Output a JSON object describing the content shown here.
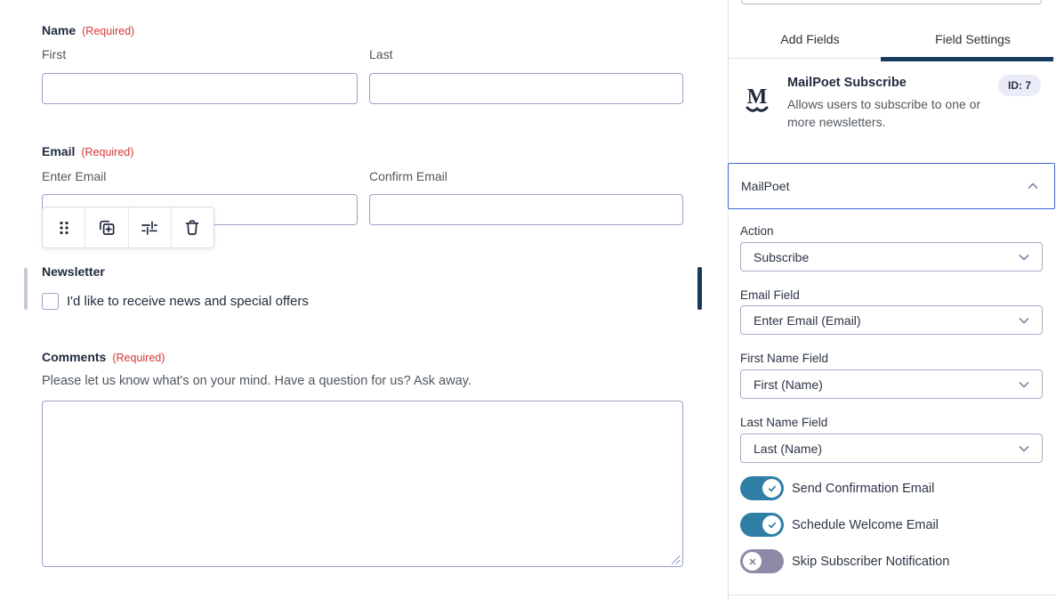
{
  "form": {
    "name": {
      "label": "Name",
      "required": "(Required)",
      "first_label": "First",
      "last_label": "Last"
    },
    "email": {
      "label": "Email",
      "required": "(Required)",
      "enter_label": "Enter Email",
      "confirm_label": "Confirm Email"
    },
    "newsletter": {
      "label": "Newsletter",
      "checkbox_label": "I'd like to receive news and special offers",
      "checkbox_checked": false
    },
    "comments": {
      "label": "Comments",
      "required": "(Required)",
      "description": "Please let us know what's on your mind. Have a question for us? Ask away."
    },
    "toolbar_icons": [
      "drag-handle-icon",
      "duplicate-icon",
      "settings-sliders-icon",
      "trash-icon"
    ]
  },
  "panel": {
    "tabs": [
      {
        "label": "Add Fields",
        "active": false
      },
      {
        "label": "Field Settings",
        "active": true
      }
    ],
    "field_info": {
      "logo_icon": "mailpoet-logo",
      "title": "MailPoet Subscribe",
      "id_badge": "ID: 7",
      "description": "Allows users to subscribe to one or more newsletters."
    },
    "accordion": {
      "label": "MailPoet",
      "expanded": true,
      "chevron_icon": "chevron-up-icon"
    },
    "settings": [
      {
        "label": "Action",
        "value": "Subscribe"
      },
      {
        "label": "Email Field",
        "value": "Enter Email (Email)"
      },
      {
        "label": "First Name Field",
        "value": "First (Name)"
      },
      {
        "label": "Last Name Field",
        "value": "Last (Name)"
      }
    ],
    "toggles": [
      {
        "label": "Send Confirmation Email",
        "on": true
      },
      {
        "label": "Schedule Welcome Email",
        "on": true
      },
      {
        "label": "Skip Subscriber Notification",
        "on": false
      }
    ]
  },
  "colors": {
    "accent_navy": "#173a5e",
    "accordion_blue": "#3f66d6",
    "toggle_on": "#2f7ea6",
    "toggle_off": "#8e89a7",
    "required_red": "#d63638",
    "input_border": "#99a3c4"
  }
}
